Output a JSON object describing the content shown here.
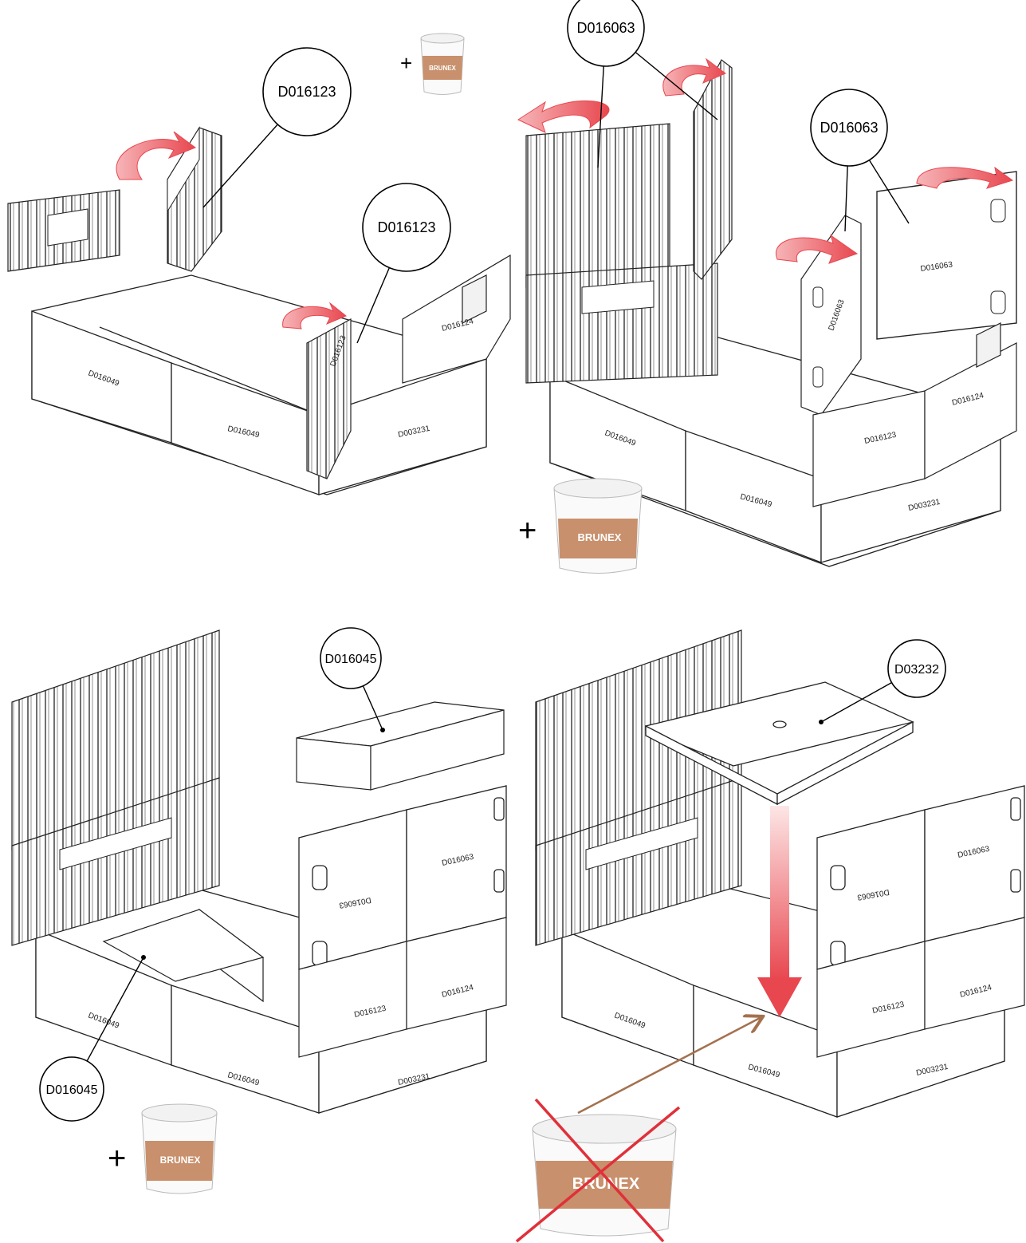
{
  "steps": [
    {
      "callouts": [
        "D016123",
        "D016123"
      ],
      "part_labels": [
        "D016049",
        "D016049",
        "D003231",
        "D016124",
        "D016123"
      ],
      "plus": "+",
      "bucket": {
        "brand": "BRUNEX"
      }
    },
    {
      "callouts": [
        "D016063",
        "D016063"
      ],
      "part_labels": [
        "D016049",
        "D016049",
        "D003231",
        "D016124",
        "D016123",
        "D016063",
        "D016063"
      ],
      "plus": "+",
      "bucket": {
        "brand": "BRUNEX"
      }
    },
    {
      "callouts": [
        "D016045",
        "D016045"
      ],
      "part_labels": [
        "D016049",
        "D016049",
        "D003231",
        "D016124",
        "D016123",
        "D016063",
        "D016063"
      ],
      "plus": "+",
      "bucket": {
        "brand": "BRUNEX"
      }
    },
    {
      "callouts": [
        "D03232"
      ],
      "part_labels": [
        "D016049",
        "D016049",
        "D003231",
        "D016124",
        "D016123",
        "D016063",
        "D016063"
      ],
      "bucket": {
        "brand": "BRUNEX",
        "crossed_out": true
      }
    }
  ],
  "colors": {
    "line": "#222222",
    "arrow_red": "#e8474f",
    "arrow_pink": "#f6b5b8",
    "bucket_band": "#c8906c",
    "cross_red": "#e0303a",
    "brown_arrow": "#a4714e"
  }
}
